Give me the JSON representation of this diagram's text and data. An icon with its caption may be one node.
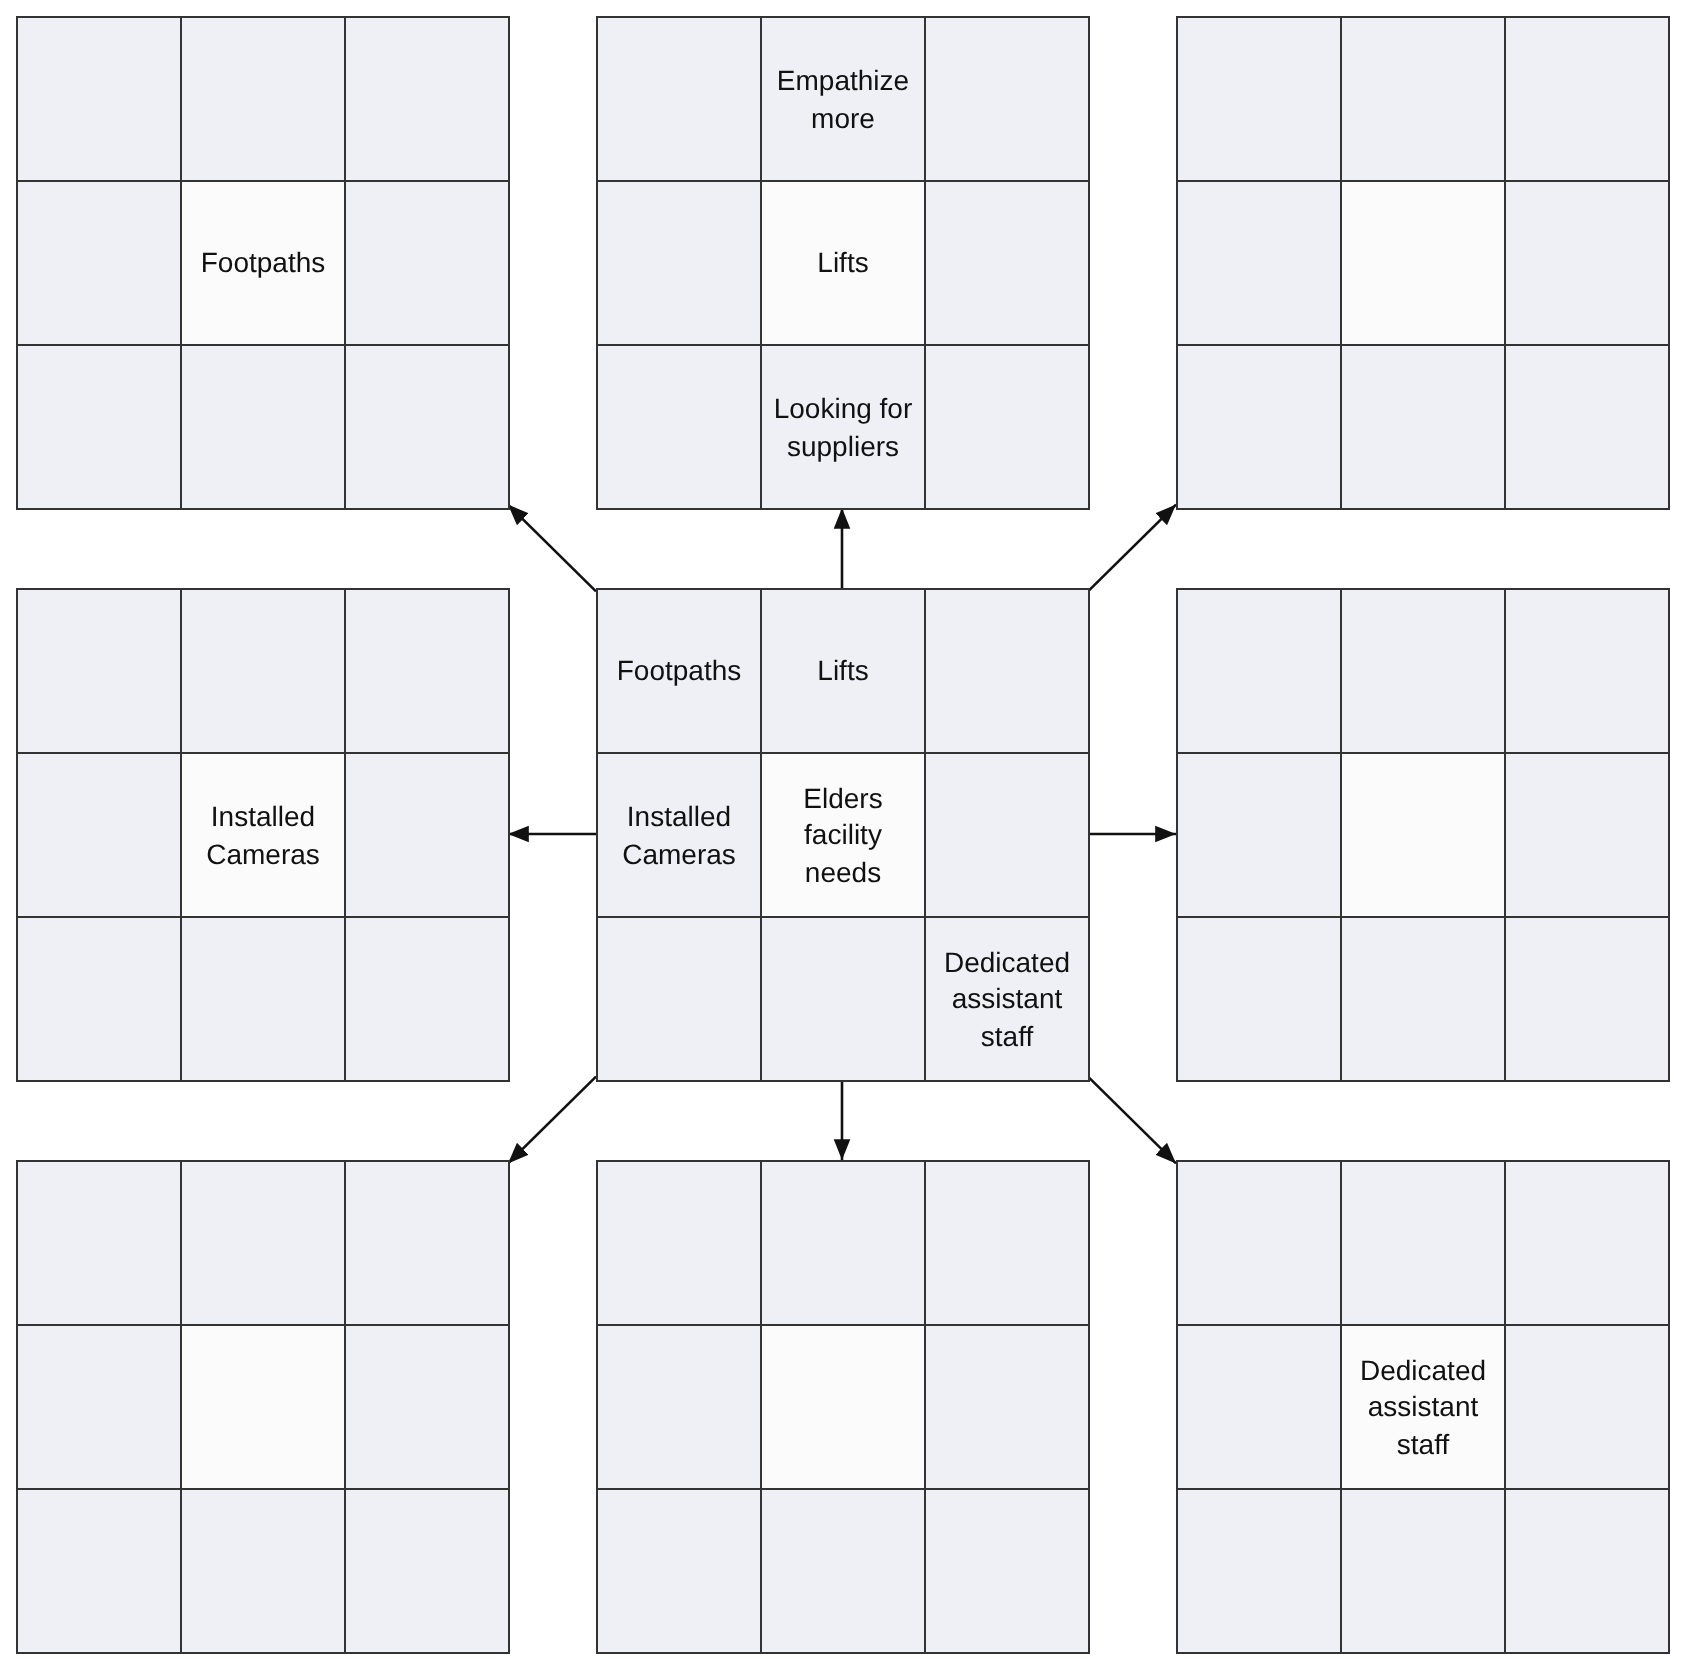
{
  "diagram": {
    "nodes": [
      {
        "text": [],
        "shape": "box"
      },
      {
        "text": [],
        "shape": "box",
        "in": 0
      },
      {
        "text": [],
        "shape": "box",
        "in": 0
      },
      {
        "text": [],
        "shape": "box",
        "in": 0
      },
      {
        "text": [],
        "shape": "box",
        "in": 0
      },
      {
        "text": [
          "Footpaths"
        ],
        "in": 0
      },
      {
        "text": [],
        "shape": "box",
        "in": 0
      },
      {
        "text": [],
        "shape": "box",
        "in": 0
      },
      {
        "text": [],
        "shape": "box",
        "in": 0
      },
      {
        "text": [],
        "shape": "box",
        "in": 0
      },
      {
        "text": [],
        "shape": "box"
      },
      {
        "text": [],
        "shape": "box",
        "in": 10
      },
      {
        "text": [
          "Empathize more"
        ],
        "in": 10
      },
      {
        "text": [],
        "shape": "box",
        "in": 10
      },
      {
        "text": [],
        "shape": "box",
        "in": 10
      },
      {
        "text": [
          "Lifts"
        ],
        "in": 10
      },
      {
        "text": [],
        "shape": "box",
        "in": 10
      },
      {
        "text": [],
        "shape": "box",
        "in": 10
      },
      {
        "text": [
          "Looking for suppliers"
        ],
        "in": 10
      },
      {
        "text": [],
        "shape": "box",
        "in": 10
      },
      {
        "text": [],
        "shape": "box"
      },
      {
        "text": [],
        "shape": "box",
        "in": 20
      },
      {
        "text": [],
        "shape": "box",
        "in": 20
      },
      {
        "text": [],
        "shape": "box",
        "in": 20
      },
      {
        "text": [],
        "shape": "box",
        "in": 20
      },
      {
        "text": [],
        "shape": "box",
        "in": 20
      },
      {
        "text": [],
        "shape": "box",
        "in": 20
      },
      {
        "text": [],
        "shape": "box",
        "in": 20
      },
      {
        "text": [],
        "shape": "box",
        "in": 20
      },
      {
        "text": [],
        "shape": "box",
        "in": 20
      },
      {
        "text": [],
        "shape": "box"
      },
      {
        "text": [],
        "shape": "box",
        "in": 30
      },
      {
        "text": [],
        "shape": "box",
        "in": 30
      },
      {
        "text": [],
        "shape": "box",
        "in": 30
      },
      {
        "text": [],
        "shape": "box",
        "in": 30
      },
      {
        "text": [
          "Installed Cameras"
        ],
        "in": 30
      },
      {
        "text": [],
        "shape": "box",
        "in": 30
      },
      {
        "text": [],
        "shape": "box",
        "in": 30
      },
      {
        "text": [],
        "shape": "box",
        "in": 30
      },
      {
        "text": [],
        "shape": "box",
        "in": 30
      },
      {
        "text": [],
        "shape": "box"
      },
      {
        "text": [
          "Footpaths"
        ],
        "in": 40
      },
      {
        "text": [
          "Lifts"
        ],
        "in": 40
      },
      {
        "text": [],
        "shape": "box",
        "in": 40
      },
      {
        "text": [
          "Installed Cameras"
        ],
        "in": 40
      },
      {
        "text": [
          "Elders facility needs"
        ],
        "in": 40
      },
      {
        "text": [],
        "shape": "box",
        "in": 40
      },
      {
        "text": [],
        "shape": "box",
        "in": 40
      },
      {
        "text": [],
        "shape": "box",
        "in": 40
      },
      {
        "text": [
          "Dedicated assistant staff"
        ],
        "in": 40
      },
      {
        "text": [],
        "shape": "box"
      },
      {
        "text": [],
        "shape": "box",
        "in": 50
      },
      {
        "text": [],
        "shape": "box",
        "in": 50
      },
      {
        "text": [],
        "shape": "box",
        "in": 50
      },
      {
        "text": [],
        "shape": "box",
        "in": 50
      },
      {
        "text": [],
        "shape": "box",
        "in": 50
      },
      {
        "text": [],
        "shape": "box",
        "in": 50
      },
      {
        "text": [],
        "shape": "box",
        "in": 50
      },
      {
        "text": [],
        "shape": "box",
        "in": 50
      },
      {
        "text": [],
        "shape": "box",
        "in": 50
      },
      {
        "text": [],
        "shape": "box"
      },
      {
        "text": [],
        "shape": "box",
        "in": 60
      },
      {
        "text": [],
        "shape": "box",
        "in": 60
      },
      {
        "text": [],
        "shape": "box",
        "in": 60
      },
      {
        "text": [],
        "shape": "box",
        "in": 60
      },
      {
        "text": [],
        "shape": "box",
        "in": 60
      },
      {
        "text": [],
        "shape": "box",
        "in": 60
      },
      {
        "text": [],
        "shape": "box",
        "in": 60
      },
      {
        "text": [],
        "shape": "box",
        "in": 60
      },
      {
        "text": [],
        "shape": "box",
        "in": 60
      },
      {
        "text": [],
        "shape": "box"
      },
      {
        "text": [],
        "shape": "box",
        "in": 70
      },
      {
        "text": [],
        "shape": "box",
        "in": 70
      },
      {
        "text": [],
        "shape": "box",
        "in": 70
      },
      {
        "text": [],
        "shape": "box",
        "in": 70
      },
      {
        "text": [],
        "shape": "box",
        "in": 70
      },
      {
        "text": [],
        "shape": "box",
        "in": 70
      },
      {
        "text": [],
        "shape": "box",
        "in": 70
      },
      {
        "text": [],
        "shape": "box",
        "in": 70
      },
      {
        "text": [],
        "shape": "box",
        "in": 70
      },
      {
        "text": [],
        "shape": "box"
      },
      {
        "text": [],
        "shape": "box",
        "in": 80
      },
      {
        "text": [],
        "shape": "box",
        "in": 80
      },
      {
        "text": [],
        "shape": "box",
        "in": 80
      },
      {
        "text": [],
        "shape": "box",
        "in": 80
      },
      {
        "text": [
          "Dedicated assistant staff"
        ],
        "in": 80
      },
      {
        "text": [],
        "shape": "box",
        "in": 80
      },
      {
        "text": [],
        "shape": "box",
        "in": 80
      },
      {
        "text": [],
        "shape": "box",
        "in": 80
      },
      {
        "text": [],
        "shape": "box",
        "in": 80
      }
    ],
    "edges": [
      {
        "from": 40,
        "to": 0,
        "arrow": "to"
      },
      {
        "from": 40,
        "to": 10,
        "arrow": "to"
      },
      {
        "from": 40,
        "to": 20,
        "arrow": "to"
      },
      {
        "from": 40,
        "to": 30,
        "arrow": "to"
      },
      {
        "from": 40,
        "to": 50,
        "arrow": "to"
      },
      {
        "from": 40,
        "to": 60,
        "arrow": "to"
      },
      {
        "from": 40,
        "to": 70,
        "arrow": "to"
      },
      {
        "from": 40,
        "to": 80,
        "arrow": "to"
      }
    ]
  }
}
